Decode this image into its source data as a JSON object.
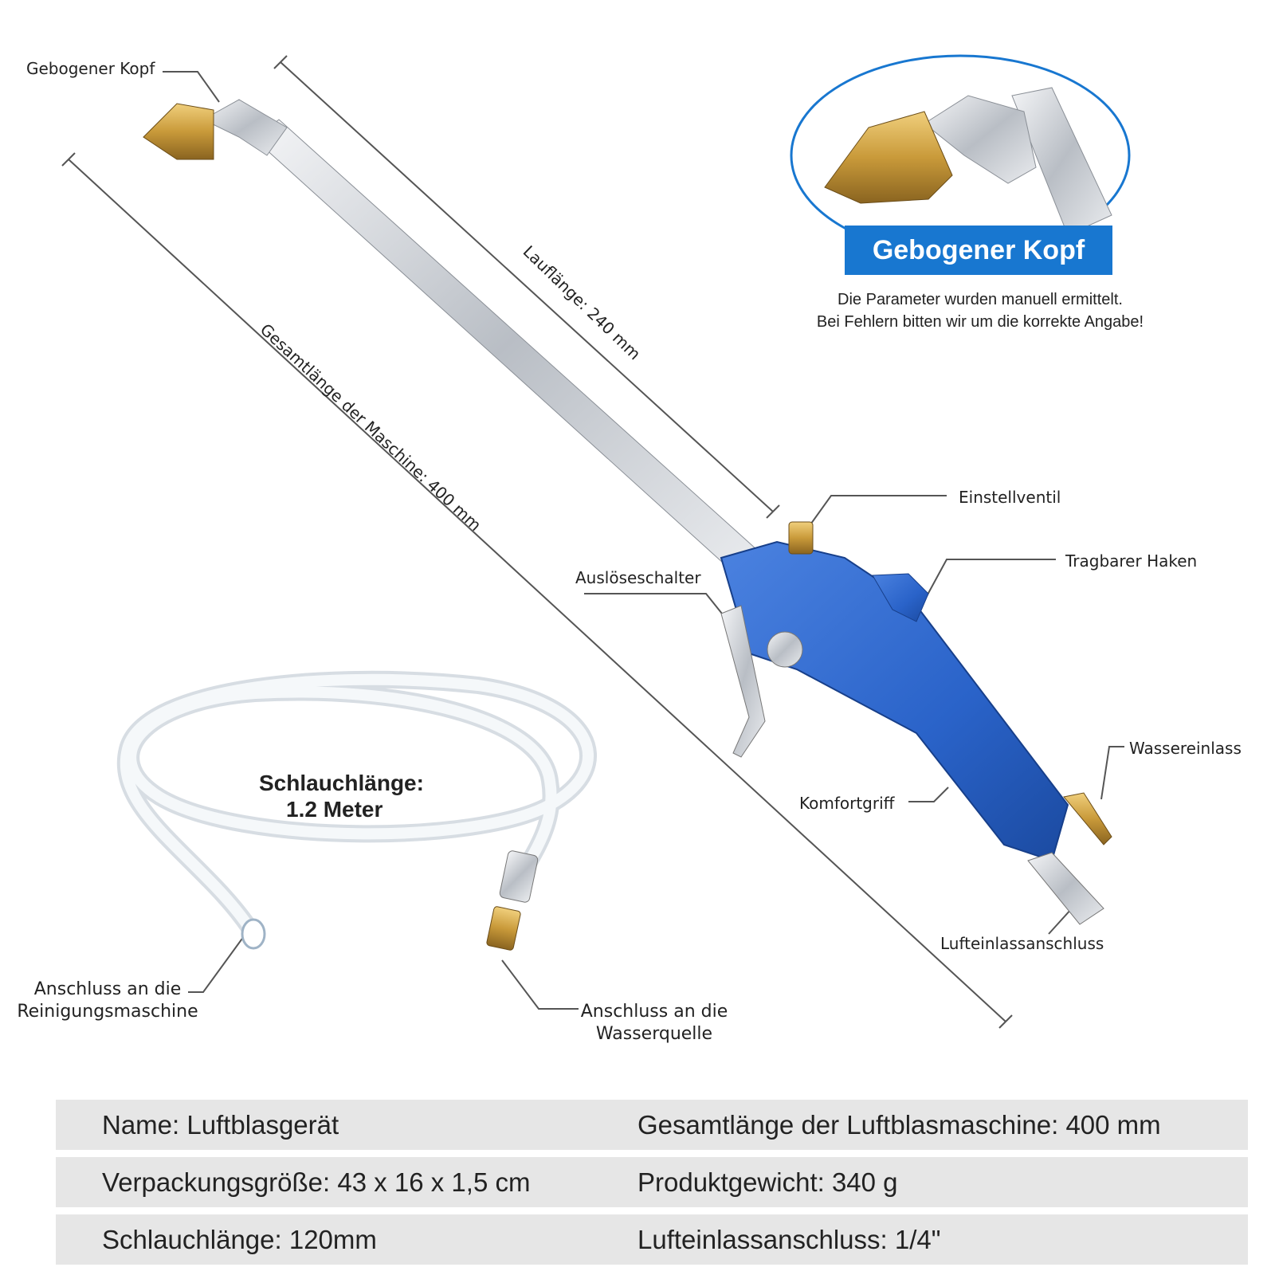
{
  "labels": {
    "bent_head": "Gebogener Kopf",
    "run_length": "Lauflänge: 240 mm",
    "total_length": "Gesamtlänge der Maschine: 400 mm",
    "adjust_valve": "Einstellventil",
    "portable_hook": "Tragbarer Haken",
    "trigger": "Auslöseschalter",
    "water_inlet": "Wassereinlass",
    "comfort_grip": "Komfortgriff",
    "air_inlet": "Lufteinlassanschluss",
    "cleaner_connection": [
      "Anschluss an die",
      "Reinigungsmaschine"
    ],
    "water_source_connection": [
      "Anschluss an die",
      "Wasserquelle"
    ]
  },
  "callout": {
    "title": "Gebogener Kopf",
    "note": [
      "Die Parameter wurden manuell ermittelt.",
      "Bei Fehlern bitten wir um die korrekte Angabe!"
    ]
  },
  "hose_caption": [
    "Schlauchlänge:",
    "1.2 Meter"
  ],
  "specs": [
    [
      "Name: Luftblasgerät",
      "Gesamtlänge der Luftblasmaschine: 400 mm"
    ],
    [
      "Verpackungsgröße: 43 x 16 x 1,5 cm",
      "Produktgewicht: 340 g"
    ],
    [
      "Schlauchlänge: 120mm",
      "Lufteinlassanschluss: 1/4\""
    ]
  ],
  "colors": {
    "gun_blue": "#2a63c9",
    "brass": "#c99a3a",
    "chrome": "#cfd3d8",
    "callout_blue": "#1877d0",
    "spec_bg": "#e6e6e6"
  }
}
